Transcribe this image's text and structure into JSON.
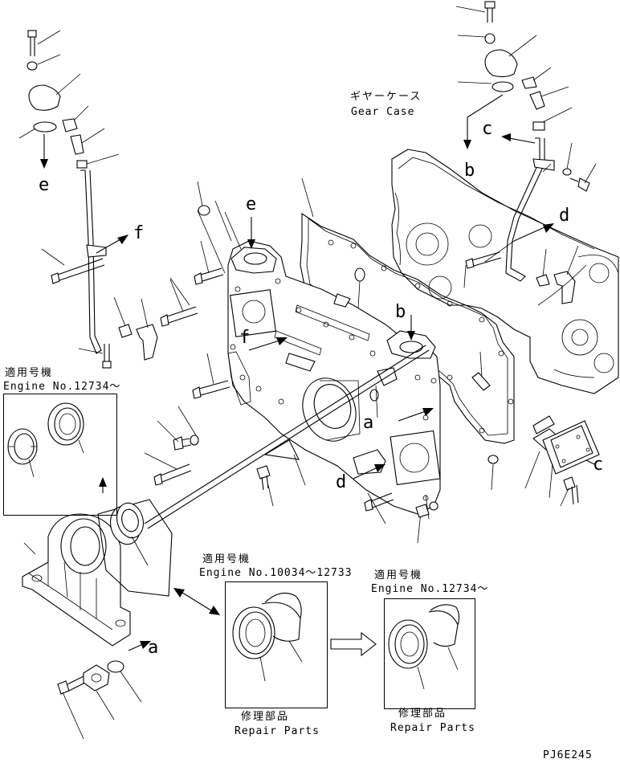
{
  "labels": {
    "gear_case_jp": "ギヤーケース",
    "gear_case_en": "Gear Case",
    "callouts": [
      "e",
      "f",
      "e",
      "b",
      "f",
      "b",
      "c",
      "d",
      "a",
      "d",
      "c",
      "a"
    ],
    "applicable_jp": "適用号機",
    "engine_left": "Engine No.12734～",
    "engine_mid": "Engine No.10034～12733",
    "engine_right": "Engine No.12734～",
    "repair_jp": "修理部品",
    "repair_en": "Repair Parts",
    "code": "PJ6E245"
  }
}
